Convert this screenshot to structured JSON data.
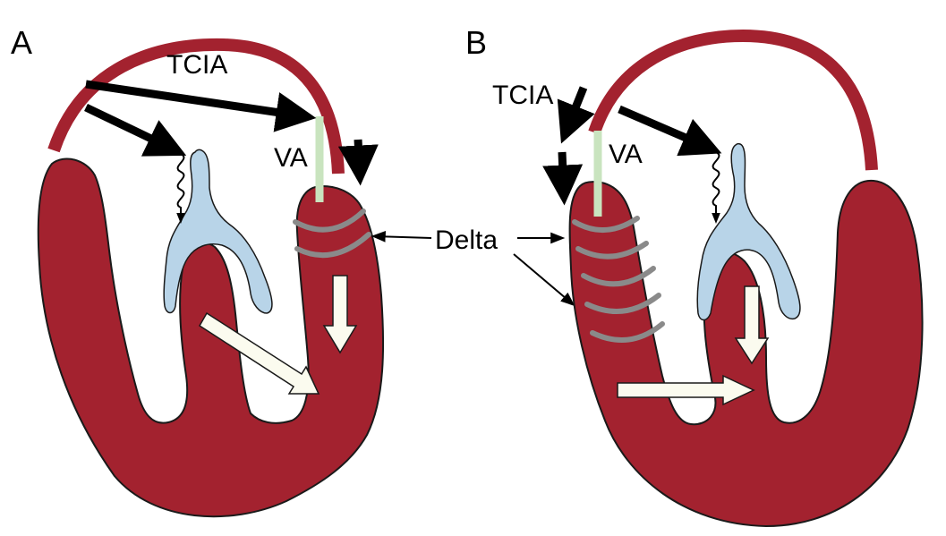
{
  "panels": {
    "a": {
      "letter": "A",
      "tcia": "TCIA",
      "va": "VA"
    },
    "b": {
      "letter": "B",
      "tcia": "TCIA",
      "va": "VA"
    }
  },
  "delta_label": "Delta",
  "colors": {
    "myocardium": "#A3222F",
    "outline": "#1a1a1a",
    "vessel": "#B8D4E8",
    "va_marker": "#C9E4BF",
    "delta_arc": "#8A8A8A",
    "flow_arrow_fill": "#FBFBEF",
    "black_arrow": "#000000"
  },
  "icons": [
    "black-arrow",
    "white-flow-arrow",
    "wavy-arrow"
  ]
}
